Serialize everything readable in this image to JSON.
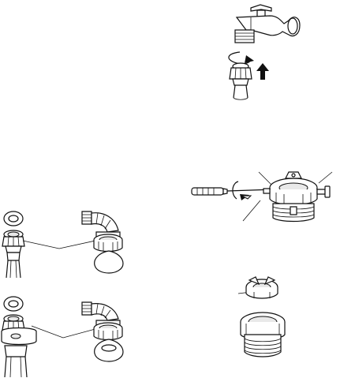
{
  "figure": {
    "panels": [
      {
        "id": "faucet-connection",
        "caption": ""
      },
      {
        "id": "hose-to-elbow-1",
        "caption": ""
      },
      {
        "id": "hose-to-elbow-2",
        "caption": ""
      },
      {
        "id": "adapter-screw-tightening",
        "caption": ""
      },
      {
        "id": "adapter-parts",
        "caption": ""
      }
    ],
    "arrow_colors": {
      "line": "#111111",
      "fill": "#111111"
    }
  }
}
